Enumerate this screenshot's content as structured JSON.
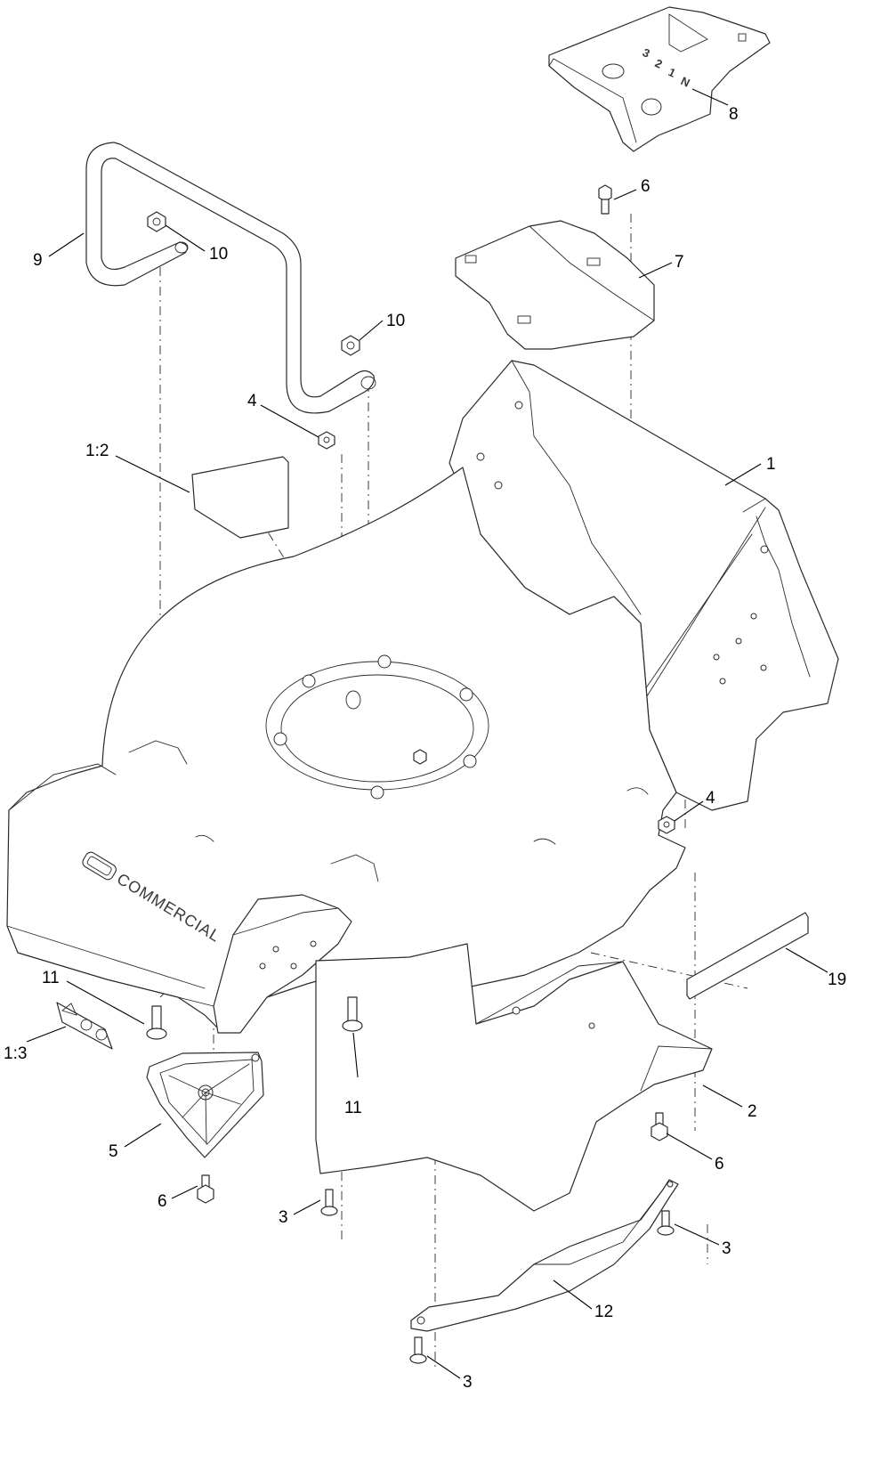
{
  "diagram": {
    "brand_text": "COMMERCIAL",
    "lever_gate_labels": [
      "3",
      "2",
      "1",
      "N"
    ],
    "callouts": [
      {
        "id": "c1",
        "label": "1"
      },
      {
        "id": "c1-2",
        "label": "1:2"
      },
      {
        "id": "c1-3",
        "label": "1:3"
      },
      {
        "id": "c2",
        "label": "2"
      },
      {
        "id": "c3a",
        "label": "3"
      },
      {
        "id": "c3b",
        "label": "3"
      },
      {
        "id": "c3c",
        "label": "3"
      },
      {
        "id": "c4a",
        "label": "4"
      },
      {
        "id": "c4b",
        "label": "4"
      },
      {
        "id": "c5",
        "label": "5"
      },
      {
        "id": "c6a",
        "label": "6"
      },
      {
        "id": "c6b",
        "label": "6"
      },
      {
        "id": "c6c",
        "label": "6"
      },
      {
        "id": "c7",
        "label": "7"
      },
      {
        "id": "c8",
        "label": "8"
      },
      {
        "id": "c9",
        "label": "9"
      },
      {
        "id": "c10a",
        "label": "10"
      },
      {
        "id": "c10b",
        "label": "10"
      },
      {
        "id": "c11a",
        "label": "11"
      },
      {
        "id": "c11b",
        "label": "11"
      },
      {
        "id": "c12",
        "label": "12"
      },
      {
        "id": "c19",
        "label": "19"
      }
    ]
  }
}
